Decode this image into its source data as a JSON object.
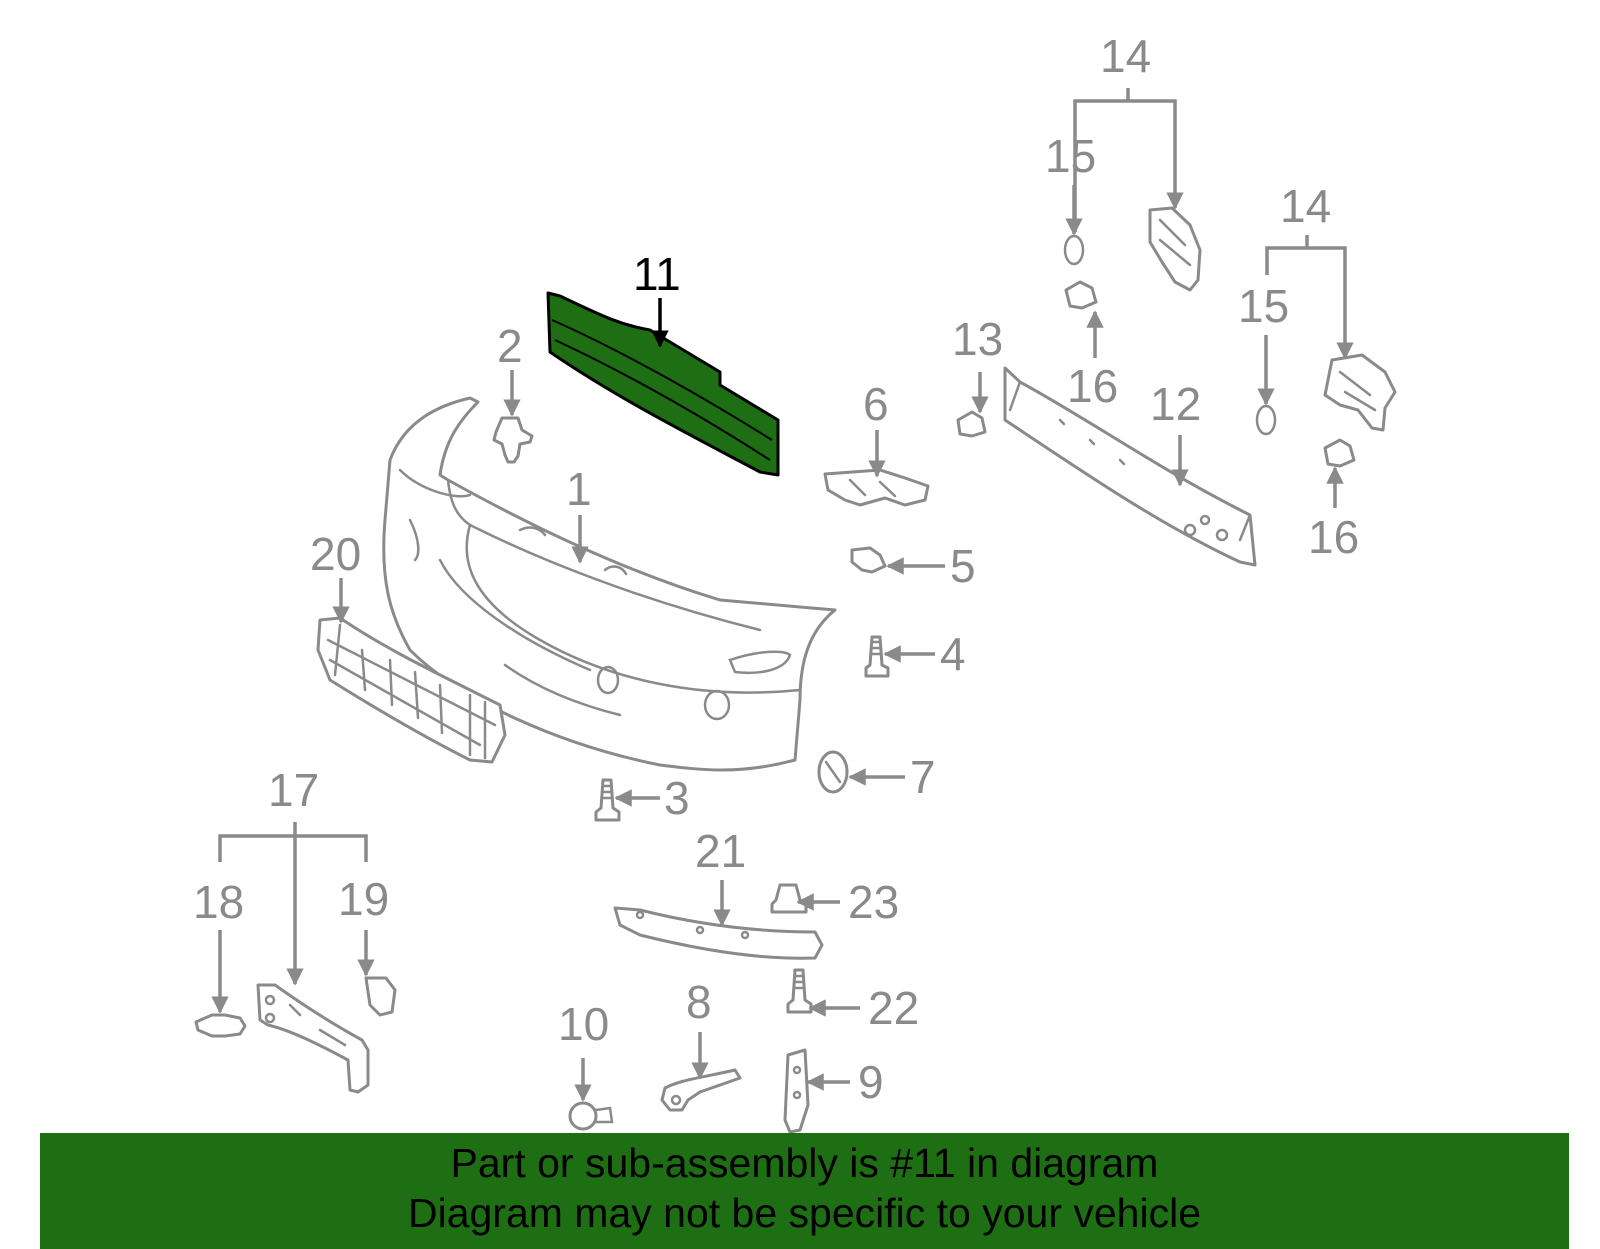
{
  "diagram": {
    "highlight_color": "#1e6e14",
    "line_color": "#8a8a8a",
    "callouts": {
      "c1": "1",
      "c2": "2",
      "c3": "3",
      "c4": "4",
      "c5": "5",
      "c6": "6",
      "c7": "7",
      "c8": "8",
      "c9": "9",
      "c10": "10",
      "c11": "11",
      "c12": "12",
      "c13": "13",
      "c14a": "14",
      "c14b": "14",
      "c15a": "15",
      "c15b": "15",
      "c16a": "16",
      "c16b": "16",
      "c17": "17",
      "c18": "18",
      "c19": "19",
      "c20": "20",
      "c21": "21",
      "c22": "22",
      "c23": "23"
    }
  },
  "banner": {
    "line1": "Part or sub-assembly is #11 in diagram",
    "line2": "Diagram may not be specific to your vehicle"
  }
}
